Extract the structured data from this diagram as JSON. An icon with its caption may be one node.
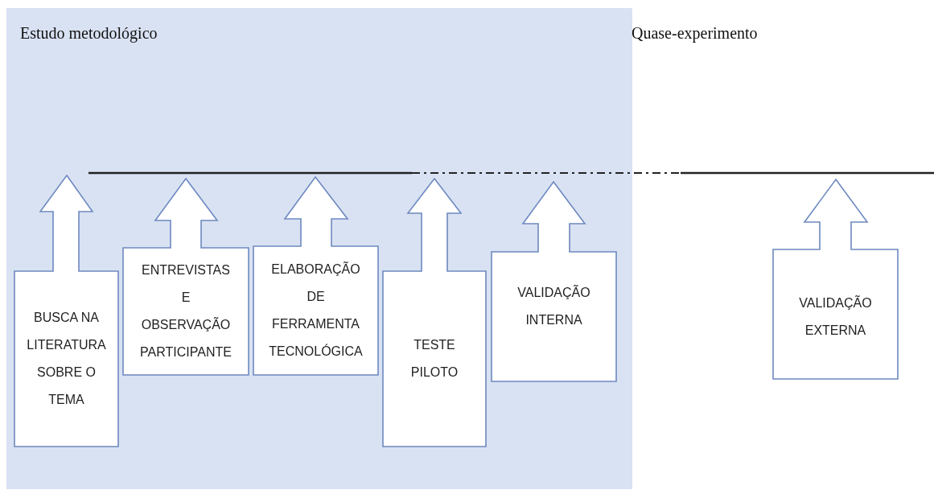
{
  "diagram": {
    "nodes": [
      {
        "text": [
          "Estudo metodológico"
        ]
      },
      {
        "text": [
          "BUSCA NA LITERATURA SOBRE O TEMA"
        ],
        "in": 0
      },
      {
        "text": [
          "ENTREVISTAS E OBSERVAÇÃO PARTICIPANTE"
        ],
        "in": 0
      },
      {
        "text": [
          "ELABORAÇÃO DE FERRAMENTA TECNOLÓGICA"
        ],
        "in": 0
      },
      {
        "text": [
          "TESTE PILOTO"
        ],
        "in": 0
      },
      {
        "text": [
          "VALIDAÇÃO INTERNA"
        ],
        "in": 0
      },
      {
        "text": [
          "VALIDAÇÃO EXTERNA"
        ]
      }
    ],
    "labels": [
      "Quase-experimento"
    ]
  }
}
